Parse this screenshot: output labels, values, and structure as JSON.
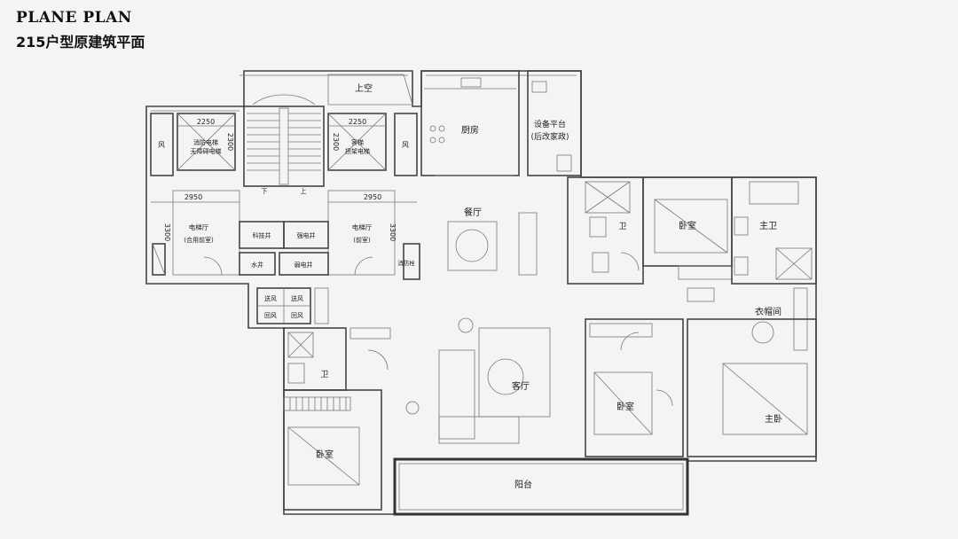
{
  "header": {
    "title_en": "PLANE PLAN",
    "title_cn": "215户型原建筑平面"
  },
  "rooms": {
    "void": "上空",
    "kitchen": "厨房",
    "equipment_platform": "设备平台",
    "equipment_note": "(后改家政)",
    "fire_elevator": "消防电梯",
    "fire_elevator_sub": "无障碍电梯",
    "passenger_elevator": "客梯",
    "passenger_elevator_sub": "担架电梯",
    "wind_left": "风",
    "wind_right": "风",
    "elevator_hall_left": "电梯厅",
    "elevator_hall_left_sub": "(合用前室)",
    "elevator_hall_right": "电梯厅",
    "elevator_hall_right_sub": "(前室)",
    "tech_shaft": "科技井",
    "power_shaft": "强电井",
    "water_shaft": "水井",
    "weak_power_shaft": "弱电井",
    "fire_hydrant": "消防栓",
    "supply_air_1": "送风",
    "supply_air_2": "送风",
    "return_air_1": "回风",
    "return_air_2": "回风",
    "stair_down": "下",
    "stair_up": "上",
    "dining": "餐厅",
    "bath_1": "卫",
    "bedroom_1": "卧室",
    "master_bath": "主卫",
    "closet": "衣帽间",
    "bath_2": "卫",
    "living": "客厅",
    "bedroom_2": "卧室",
    "master_bedroom": "主卧",
    "bedroom_3": "卧室",
    "balcony": "阳台"
  },
  "dimensions": {
    "elev_w_left": "2250",
    "elev_h_left": "2300",
    "elev_w_right": "2250",
    "elev_h_right": "2300",
    "hall_w_left": "2950",
    "hall_h_left": "3300",
    "hall_w_right": "2950",
    "hall_h_right": "3300"
  }
}
